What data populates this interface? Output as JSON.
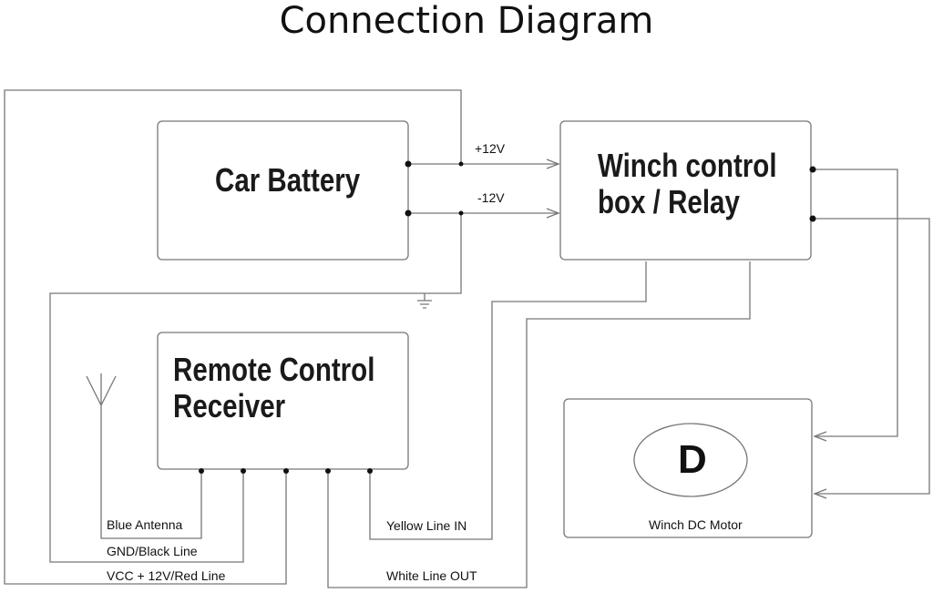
{
  "title": "Connection Diagram",
  "blocks": {
    "battery": "Car Battery",
    "relay_line1": "Winch control",
    "relay_line2": "box / Relay",
    "receiver_line1": "Remote Control",
    "receiver_line2": "Receiver",
    "motor_symbol": "D",
    "motor_label": "Winch DC Motor"
  },
  "wires": {
    "plus": "+12V",
    "minus": "-12V",
    "blue_antenna": "Blue Antenna",
    "gnd": "GND/Black Line",
    "vcc": "VCC + 12V/Red Line",
    "yellow": "Yellow Line IN",
    "white": "White Line OUT"
  }
}
